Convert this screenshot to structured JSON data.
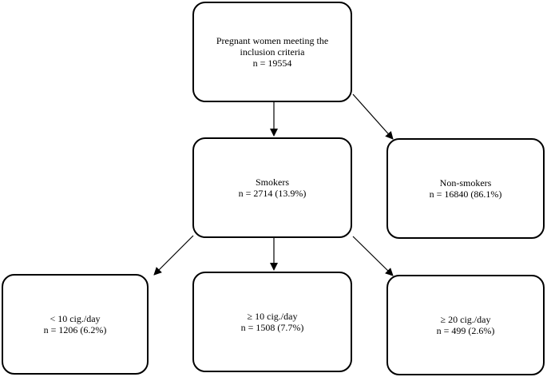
{
  "nodes": {
    "root": {
      "line1": "Pregnant women meeting the",
      "line2": "inclusion criteria",
      "line3": "n = 19554"
    },
    "smokers": {
      "line1": "Smokers",
      "line2": "n = 2714 (13.9%)"
    },
    "non_smokers": {
      "line1": "Non-smokers",
      "line2": "n = 16840 (86.1%)"
    },
    "lt10": {
      "line1": "< 10 cig./day",
      "line2": "n = 1206 (6.2%)"
    },
    "ge10": {
      "line1": "≥ 10 cig./day",
      "line2": "n = 1508 (7.7%)"
    },
    "ge20": {
      "line1": "≥ 20 cig./day",
      "line2": "n = 499 (2.6%)"
    }
  },
  "colors": {
    "stroke": "#000000",
    "background": "#ffffff"
  }
}
